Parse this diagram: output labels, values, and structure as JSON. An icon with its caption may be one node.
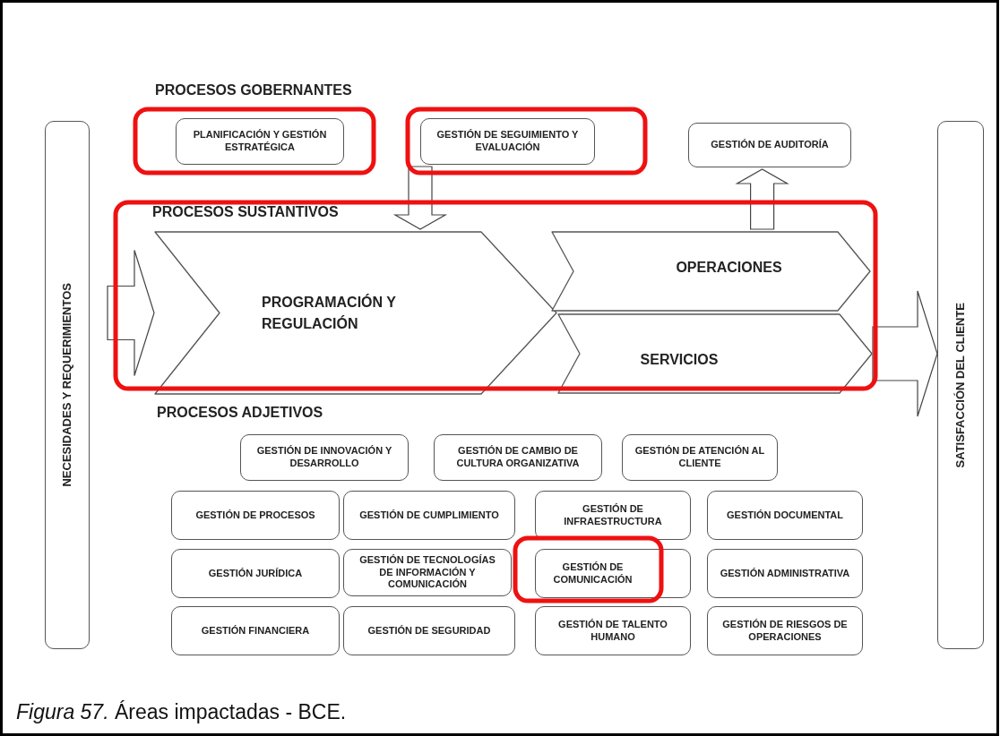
{
  "diagram": {
    "caption": "*Figura 57.* Áreas impactadas - BCE.",
    "nodes": [
      {
        "text": [
          "NECESIDADES Y REQUERIMIENTOS"
        ]
      },
      {
        "text": [
          "SATISFACCIÓN DEL CLIENTE"
        ]
      },
      {
        "text": [
          "PLANIFICACIÓN Y GESTIÓN ESTRATÉGICA"
        ]
      },
      {
        "text": [
          "GESTIÓN DE SEGUIMIENTO Y EVALUACIÓN"
        ]
      },
      {
        "text": [
          "GESTIÓN DE AUDITORÍA"
        ]
      },
      {
        "text": [
          "PROGRAMACIÓN Y REGULACIÓN"
        ]
      },
      {
        "text": [
          "OPERACIONES"
        ]
      },
      {
        "text": [
          "SERVICIOS"
        ]
      },
      {
        "text": [
          "GESTIÓN DE INNOVACIÓN Y DESARROLLO"
        ]
      },
      {
        "text": [
          "GESTIÓN DE CAMBIO DE CULTURA ORGANIZATIVA"
        ]
      },
      {
        "text": [
          "GESTIÓN DE ATENCIÓN AL CLIENTE"
        ]
      },
      {
        "text": [
          "GESTIÓN DE PROCESOS"
        ]
      },
      {
        "text": [
          "GESTIÓN DE CUMPLIMIENTO"
        ]
      },
      {
        "text": [
          "GESTIÓN DE INFRAESTRUCTURA"
        ]
      },
      {
        "text": [
          "GESTIÓN DOCUMENTAL"
        ]
      },
      {
        "text": [
          "GESTIÓN JURÍDICA"
        ]
      },
      {
        "text": [
          "GESTIÓN DE TECNOLOGÍAS DE INFORMACIÓN Y COMUNICACIÓN"
        ]
      },
      {
        "text": [
          "GESTIÓN DE COMUNICACIÓN"
        ]
      },
      {
        "text": [
          "GESTIÓN ADMINISTRATIVA"
        ]
      },
      {
        "text": [
          "GESTIÓN FINANCIERA"
        ]
      },
      {
        "text": [
          "GESTIÓN DE SEGURIDAD"
        ]
      },
      {
        "text": [
          "GESTIÓN DE TALENTO HUMANO"
        ]
      },
      {
        "text": [
          "GESTIÓN DE RIESGOS DE OPERACIONES"
        ]
      }
    ],
    "edges": [
      {
        "from": 3,
        "to": 5,
        "arrow": "to"
      },
      {
        "from": 6,
        "to": 4,
        "arrow": "to"
      },
      {
        "from": 0,
        "to": 5,
        "arrow": "to"
      },
      {
        "from": 7,
        "to": 1,
        "arrow": "to"
      }
    ],
    "labels": [
      "PROCESOS GOBERNANTES",
      "PROCESOS SUSTANTIVOS",
      "PROCESOS ADJETIVOS"
    ]
  }
}
